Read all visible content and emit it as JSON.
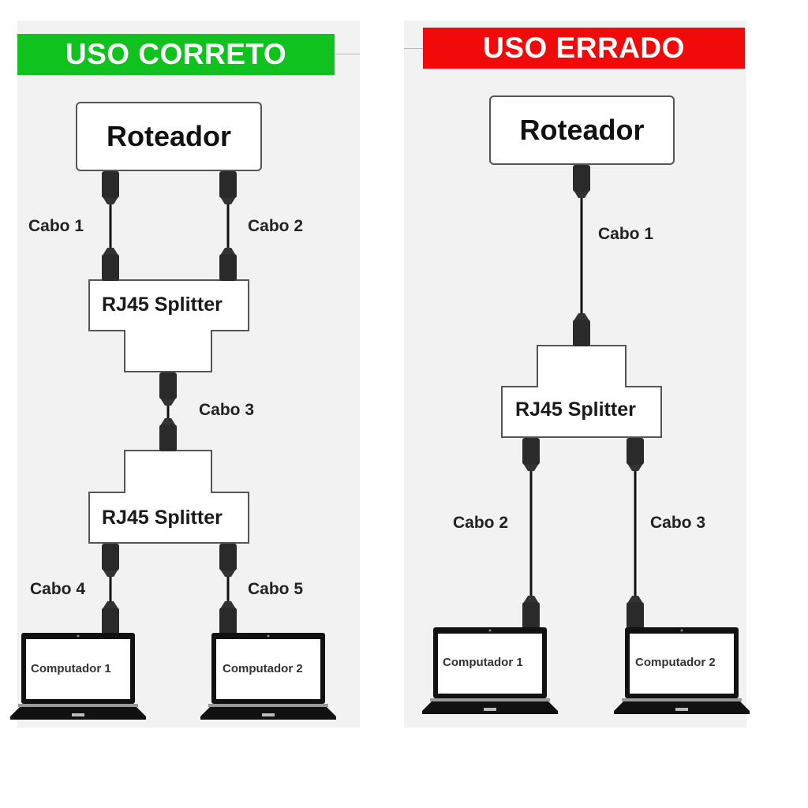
{
  "diagrams": {
    "correct": {
      "title": "USO CORRETO",
      "banner_color": "#10c21d",
      "router_label": "Roteador",
      "splitter_top_label": "RJ45 Splitter",
      "splitter_bottom_label": "RJ45 Splitter",
      "cables": [
        "Cabo 1",
        "Cabo 2",
        "Cabo 3",
        "Cabo 4",
        "Cabo 5"
      ],
      "computers": [
        "Computador 1",
        "Computador 2"
      ]
    },
    "wrong": {
      "title": "USO ERRADO",
      "banner_color": "#f20a0a",
      "router_label": "Roteador",
      "splitter_label": "RJ45 Splitter",
      "cables": [
        "Cabo 1",
        "Cabo 2",
        "Cabo 3"
      ],
      "computers": [
        "Computador 1",
        "Computador 2"
      ]
    }
  }
}
